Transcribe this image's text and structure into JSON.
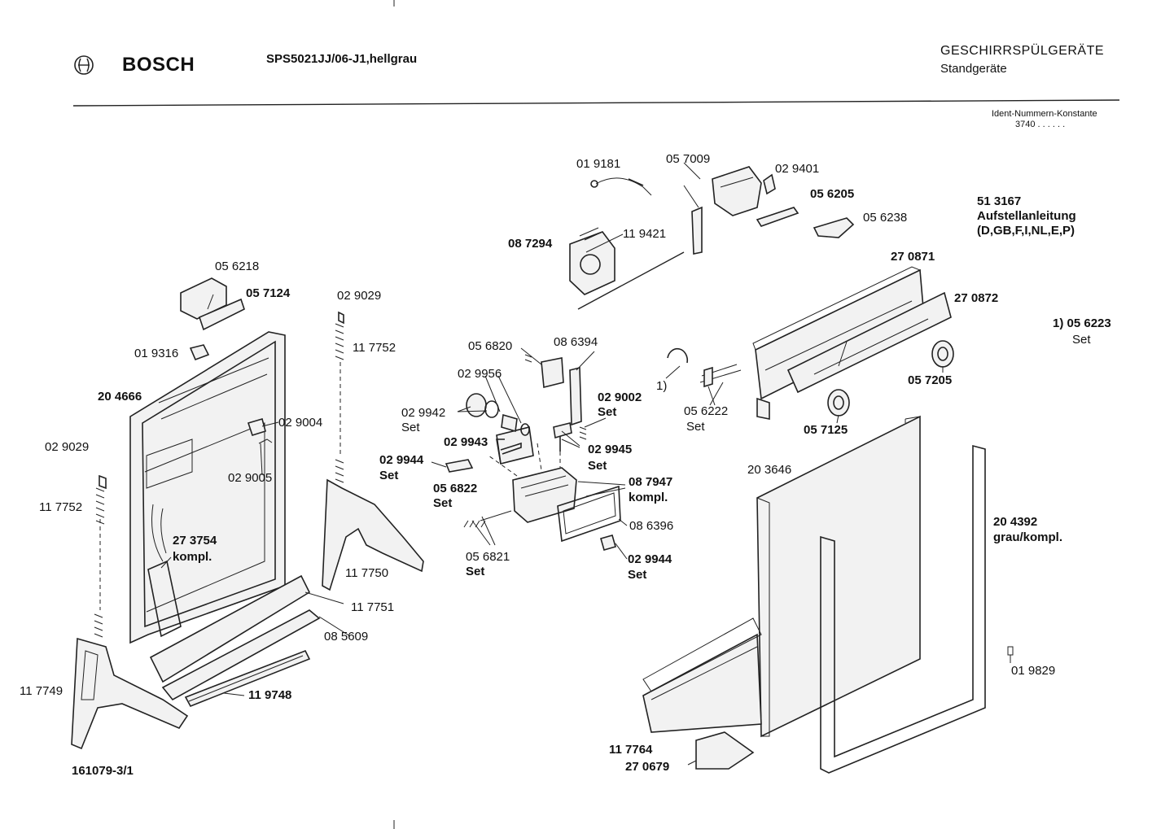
{
  "header": {
    "brand": "BOSCH",
    "logo_icon": "bosch-armature-logo",
    "model": "SPS5021JJ/06-J1,hellgrau",
    "category": "GESCHIRRSPÜLGERÄTE",
    "subcategory": "Standgeräte",
    "ident_label": "Ident-Nummern-Konstante",
    "ident_value": "3740  . .  . . . ."
  },
  "document_number": "161079-3/1",
  "notes": {
    "manual_number": "51 3167",
    "manual_title": "Aufstellanleitung",
    "manual_languages": "(D,GB,F,I,NL,E,P)",
    "footnote_marker": "1) 05 6223",
    "footnote_set": "Set"
  },
  "labels": {
    "p019181": "01 9181",
    "p057009": "05 7009",
    "p029401": "02 9401",
    "p056205": "05 6205",
    "p056238": "05 6238",
    "p087294": "08 7294",
    "p119421": "11 9421",
    "p270871": "27 0871",
    "p270872": "27 0872",
    "p056218": "05 6218",
    "p057124": "05 7124",
    "p029029a": "02 9029",
    "p117752a": "11 7752",
    "p019316": "01 9316",
    "p204666": "20 4666",
    "p029004": "02 9004",
    "p029005": "02 9005",
    "p029029b": "02 9029",
    "p117752b": "11 7752",
    "p273754": "27 3754",
    "kompl1": "kompl.",
    "p117750": "11 7750",
    "p117751": "11 7751",
    "p085609": "08 5609",
    "p119748": "11 9748",
    "p117749": "11 7749",
    "p056820": "05 6820",
    "p086394": "08 6394",
    "p029956": "02 9956",
    "p029942": "02 9942",
    "set1": "Set",
    "p029002": "02 9002",
    "set2": "Set",
    "p029943": "02 9943",
    "p029945": "02 9945",
    "set3": "Set",
    "p029944a": "02 9944",
    "set4": "Set",
    "p056822": "05 6822",
    "set5": "Set",
    "p087947": "08 7947",
    "kompl2": "kompl.",
    "p086396": "08 6396",
    "p029944b": "02 9944",
    "set6": "Set",
    "p056821": "05 6821",
    "set7": "Set",
    "marker1": "1)",
    "p056222": "05 6222",
    "set8": "Set",
    "p057205": "05 7205",
    "p057125": "05 7125",
    "p203646": "20 3646",
    "p204392": "20 4392",
    "grau": "grau/kompl.",
    "p019829": "01 9829",
    "p117764": "11 7764",
    "p270679": "27 0679"
  }
}
